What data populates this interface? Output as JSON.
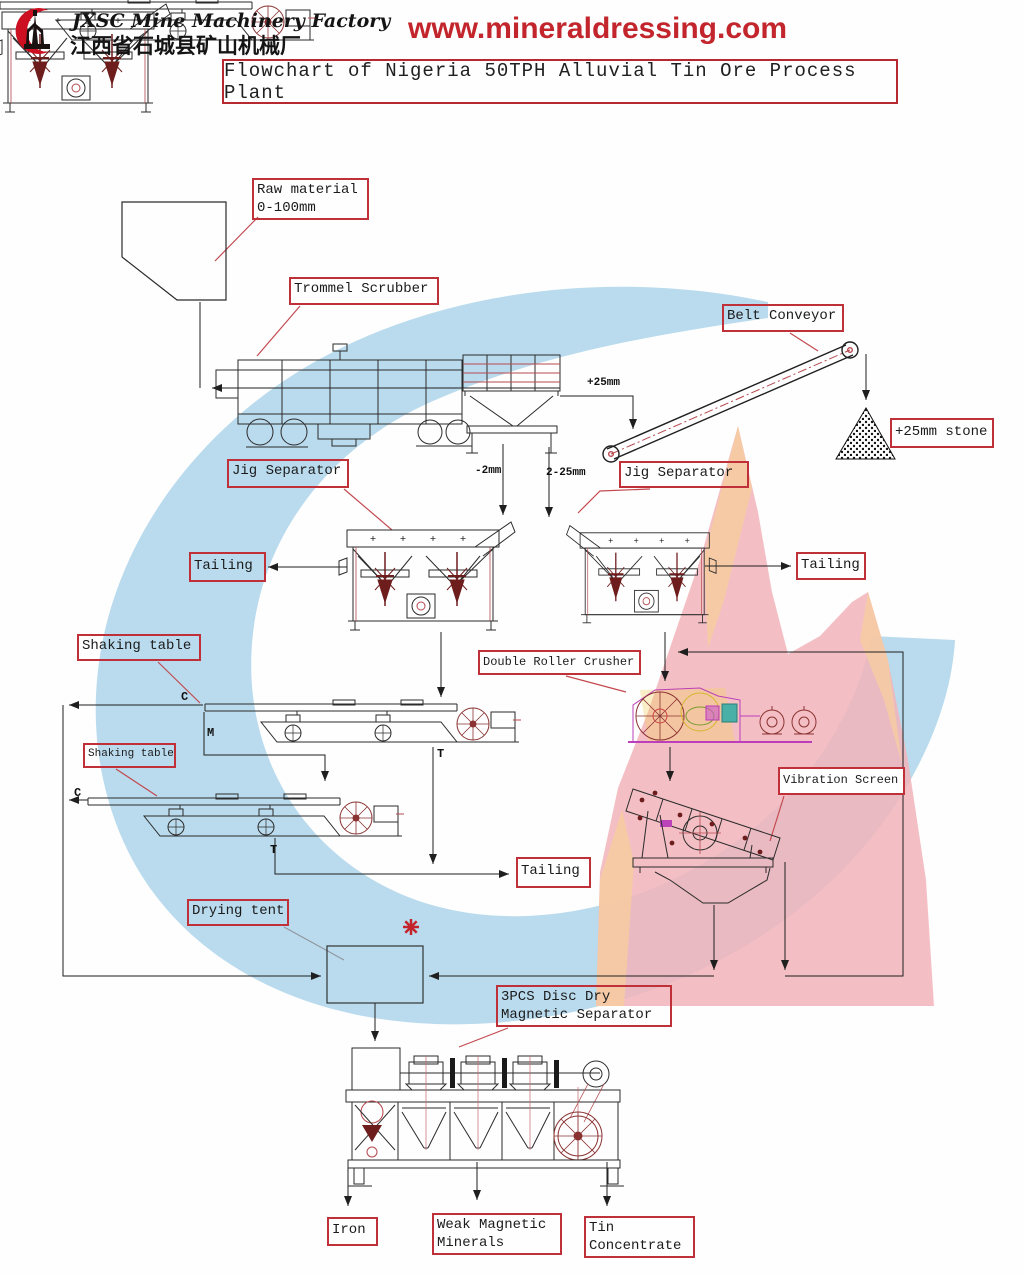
{
  "header": {
    "factory_name": "JXSC Mine Machinery Factory",
    "factory_name_cn": "江西省石城县矿山机械厂",
    "website": "www.mineraldressing.com",
    "title": "Flowchart of Nigeria 50TPH Alluvial Tin Ore Process Plant"
  },
  "equipment_labels": {
    "raw_material": {
      "line1": "Raw material",
      "line2": "0-100mm"
    },
    "trommel_scrubber": "Trommel Scrubber",
    "belt_conveyor": "Belt Conveyor",
    "stone": "+25mm stone",
    "jig_separator_left": "Jig Separator",
    "jig_separator_right": "Jig Separator",
    "tailing_jig_left": "Tailing",
    "tailing_jig_right": "Tailing",
    "tailing_tables": "Tailing",
    "shaking_table_upper": "Shaking table",
    "shaking_table_lower": "Shaking table",
    "double_roller_crusher": "Double Roller Crusher",
    "vibration_screen": "Vibration Screen",
    "drying_tent": "Drying tent",
    "magnetic_separator": {
      "line1": "3PCS Disc Dry",
      "line2": "Magnetic Separator"
    },
    "iron": "Iron",
    "weak_magnetic_minerals": {
      "line1": "Weak Magnetic",
      "line2": "Minerals"
    },
    "tin_concentrate": {
      "line1": "Tin",
      "line2": "Concentrate"
    }
  },
  "stream_labels": {
    "oversize_to_belt": "+25mm",
    "undersize_fine": "-2mm",
    "mid_fraction": "2-25mm",
    "table1_concentrate": "C",
    "table1_middlings": "M",
    "table1_tailing": "T",
    "table2_concentrate": "C",
    "table2_tailing": "T"
  },
  "colors": {
    "label_border": "#bf3038",
    "url_red": "#c2252c",
    "line": "#1f1f1f",
    "leader_red": "#c24a50",
    "watermark_blue": "#badbed",
    "watermark_pink": "#f2b4ba",
    "watermark_orange": "#f6cba2",
    "cad_dark_red": "#6e1d1d"
  }
}
